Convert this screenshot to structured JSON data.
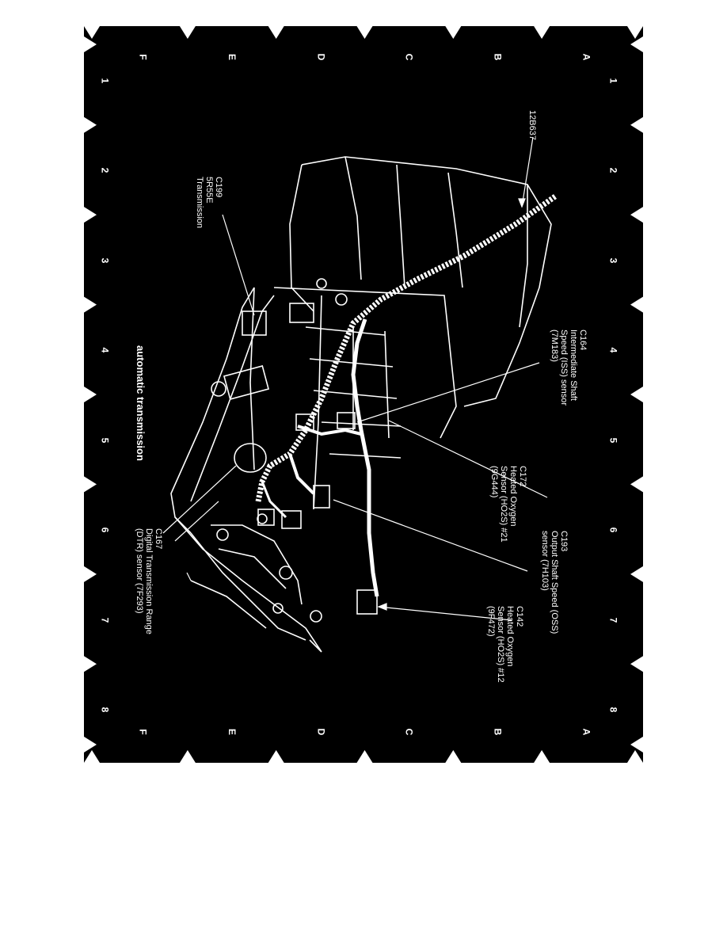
{
  "colors": {
    "page": "#ffffff",
    "panel": "#000000",
    "ink": "#ffffff"
  },
  "grid": {
    "rows": [
      "A",
      "B",
      "C",
      "D",
      "E",
      "F"
    ],
    "columns": [
      "1",
      "2",
      "3",
      "4",
      "5",
      "6",
      "7",
      "8"
    ]
  },
  "callouts": {
    "harness": {
      "lines": [
        "12B637"
      ]
    },
    "c164": {
      "lines": [
        "C164",
        "Intermediate Shaft",
        "Speed (ISS) sensor",
        "(7M183)"
      ]
    },
    "c193": {
      "lines": [
        "C193",
        "Output Shaft Speed (OSS)",
        "sensor (7H103)"
      ]
    },
    "c172": {
      "lines": [
        "C172",
        "Heated Oxygen",
        "Sensor (HO2S) #21",
        "(9G444)"
      ]
    },
    "c142": {
      "lines": [
        "C142",
        "Heated Oxygen",
        "Sensor (HO2S) #12",
        "(9F472)"
      ]
    },
    "c199": {
      "lines": [
        "C199",
        "5R55E",
        "Transmission"
      ]
    },
    "c167": {
      "lines": [
        "C167",
        "Digital Transmission Range",
        "(DTR) sensor (7F293)"
      ]
    },
    "title": {
      "text": "automatic transmission"
    }
  }
}
